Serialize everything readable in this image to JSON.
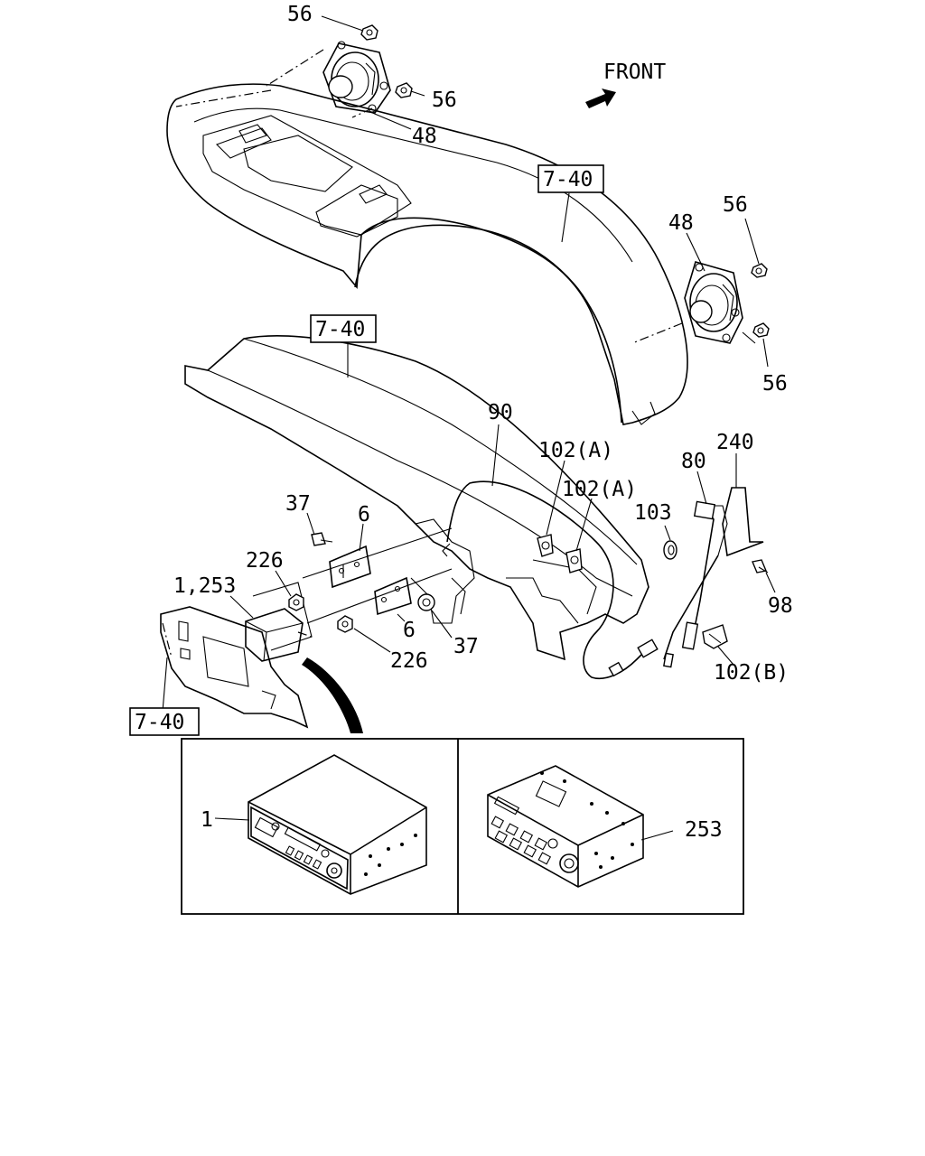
{
  "direction": {
    "label": "FRONT"
  },
  "callouts": {
    "nut_top_left": "56",
    "nut_top_right": "56",
    "speaker_left": "48",
    "ref_upper": "7-40",
    "speaker_right": "48",
    "nut_right_top": "56",
    "nut_right_bottom": "56",
    "ref_middle": "7-40",
    "cable": "90",
    "clip_a1": "102(A)",
    "clip_a2": "102(A)",
    "bracket_240": "240",
    "antenna": "80",
    "grommet": "103",
    "bolt_37_top": "37",
    "bracket_6_top": "6",
    "bolt_226_top": "226",
    "radio_assy": "1,253",
    "bracket_6_bottom": "6",
    "bolt_226_bottom": "226",
    "bolt_37_bottom": "37",
    "screw_98": "98",
    "clip_b": "102(B)",
    "ref_lower": "7-40",
    "inset_left": "1",
    "inset_right": "253"
  }
}
